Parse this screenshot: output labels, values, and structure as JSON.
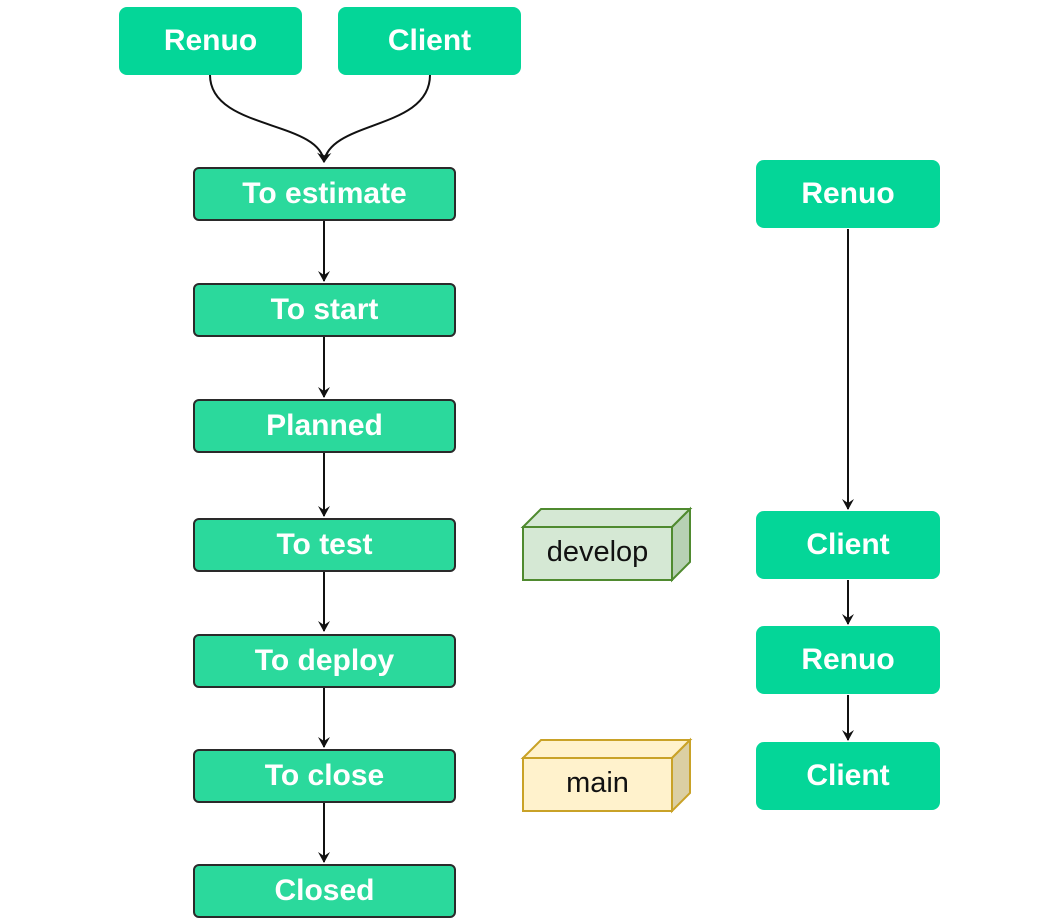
{
  "top_roles": [
    "Renuo",
    "Client"
  ],
  "statuses": [
    "To estimate",
    "To start",
    "Planned",
    "To test",
    "To deploy",
    "To close",
    "Closed"
  ],
  "right_roles": [
    "Renuo",
    "Client",
    "Renuo",
    "Client"
  ],
  "branches": [
    {
      "label": "develop",
      "fill": "#d5e8d4",
      "stroke": "#4f8a2f",
      "side_fill": "#b7d1b4"
    },
    {
      "label": "main",
      "fill": "#fff2cc",
      "stroke": "#c9a227",
      "side_fill": "#dbcfa3"
    }
  ],
  "colors": {
    "role": "#04d698",
    "status": "#2bd99c",
    "arrow": "#111111"
  }
}
